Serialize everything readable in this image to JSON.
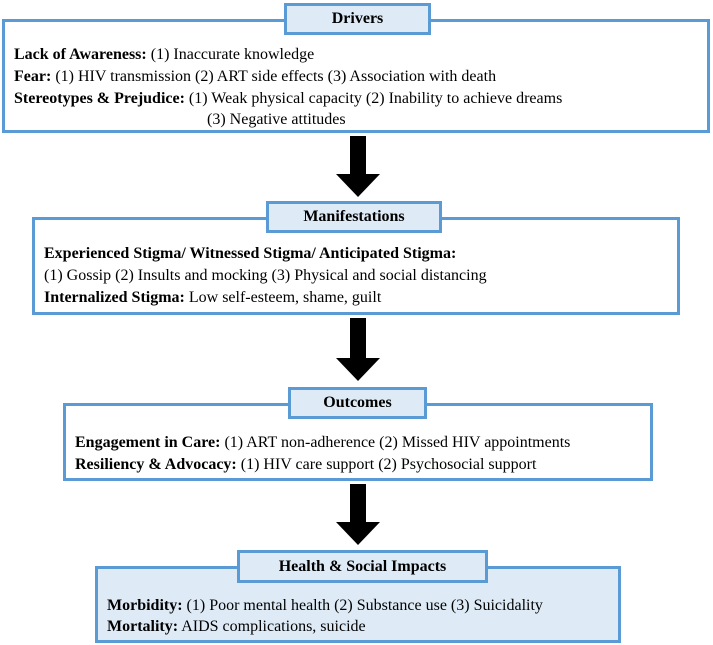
{
  "colors": {
    "border": "#5b9bd5",
    "title_fill": "#deebf7",
    "arrow": "#000000"
  },
  "boxes": [
    {
      "title": "Drivers",
      "lines": [
        {
          "label": "Lack of Awareness:",
          "text": " (1) Inaccurate knowledge"
        },
        {
          "label": "Fear:",
          "text": " (1) HIV transmission (2) ART side effects (3) Association with death"
        },
        {
          "label": "Stereotypes & Prejudice:",
          "text": " (1) Weak physical capacity (2) Inability to achieve dreams"
        },
        {
          "label": "",
          "text": "(3) Negative attitudes"
        }
      ]
    },
    {
      "title": "Manifestations",
      "lines": [
        {
          "label": "Experienced Stigma/ Witnessed Stigma/ Anticipated Stigma:",
          "text": ""
        },
        {
          "label": "",
          "text": "(1) Gossip (2) Insults and mocking (3) Physical and social distancing"
        },
        {
          "label": "Internalized Stigma:",
          "text": " Low self-esteem, shame, guilt"
        }
      ]
    },
    {
      "title": "Outcomes",
      "lines": [
        {
          "label": "Engagement in Care:",
          "text": " (1) ART non-adherence (2) Missed HIV appointments"
        },
        {
          "label": "Resiliency & Advocacy:",
          "text": " (1) HIV care support (2) Psychosocial support"
        }
      ]
    },
    {
      "title": "Health & Social Impacts",
      "lines": [
        {
          "label": "Morbidity:",
          "text": " (1) Poor mental health (2) Substance use (3) Suicidality"
        },
        {
          "label": "Mortality:",
          "text": " AIDS complications, suicide"
        }
      ]
    }
  ]
}
